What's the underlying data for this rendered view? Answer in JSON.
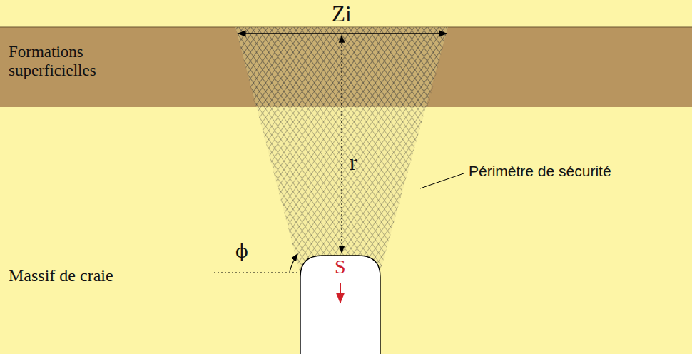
{
  "diagram": {
    "nodes": [
      {
        "text": [
          "Formations superficielles"
        ]
      },
      {
        "text": [
          "Massif de craie"
        ]
      },
      {
        "text": [
          "S"
        ],
        "in": 1
      }
    ],
    "labels": [
      "Zi",
      "r",
      "Périmètre de sécurité",
      "ϕ"
    ]
  }
}
